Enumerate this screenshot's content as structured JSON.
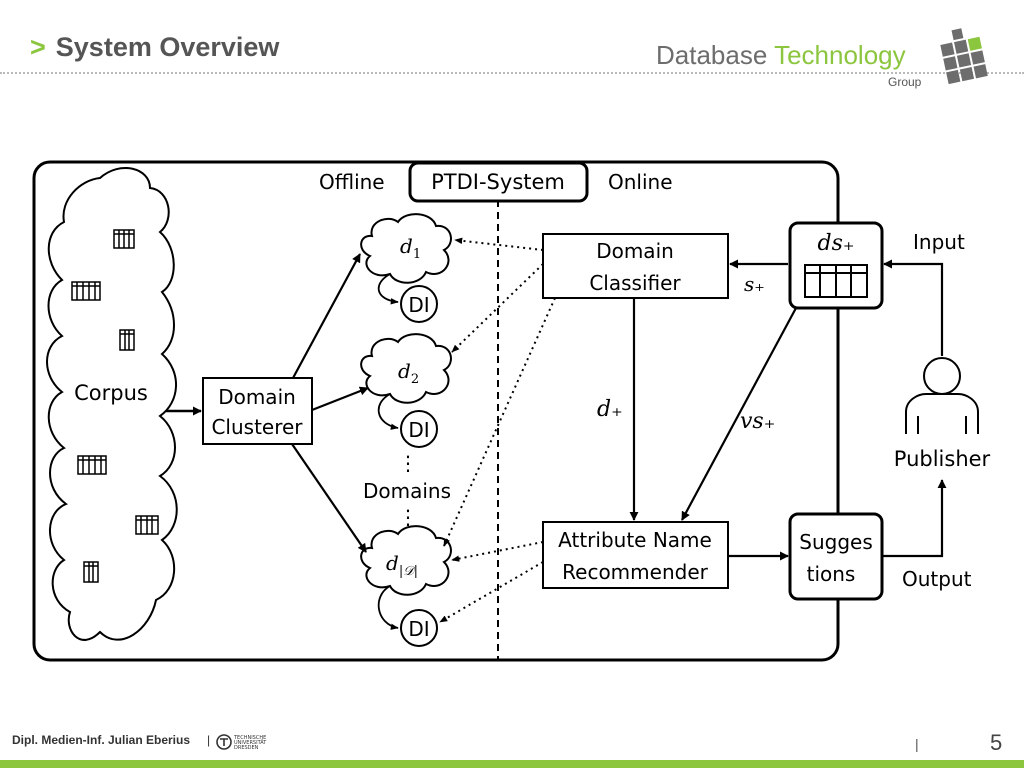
{
  "header": {
    "chevron": ">",
    "title": "System Overview",
    "logo_word1": "Database",
    "logo_word2": "Technology",
    "logo_group": "Group"
  },
  "diagram": {
    "system_label": "PTDI-System",
    "offline_label": "Offline",
    "online_label": "Online",
    "corpus_label": "Corpus",
    "clusterer": {
      "line1": "Domain",
      "line2": "Clusterer"
    },
    "domains": {
      "d1": "d",
      "d1_sub": "1",
      "d2": "d",
      "d2_sub": "2",
      "dn": "d",
      "dn_sub": "|𝒟|",
      "di_label": "DI",
      "domains_label": "Domains",
      "vdots": "⋮"
    },
    "classifier": {
      "line1": "Domain",
      "line2": "Classifier"
    },
    "recommender": {
      "line1": "Attribute Name",
      "line2": "Recommender"
    },
    "ds_plus": "ds₊",
    "s_plus": "s₊",
    "d_plus": "d₊",
    "vs_plus": "vs₊",
    "suggestions": {
      "line1": "Sugges",
      "line2": "tions"
    },
    "input_label": "Input",
    "output_label": "Output",
    "publisher_label": "Publisher"
  },
  "footer": {
    "author": "Dipl. Medien-Inf. Julian Eberius",
    "separator": "|",
    "uni_line1": "TECHNISCHE",
    "uni_line2": "UNIVERSITÄT",
    "uni_line3": "DRESDEN",
    "tick": "|",
    "page_number": "5"
  }
}
